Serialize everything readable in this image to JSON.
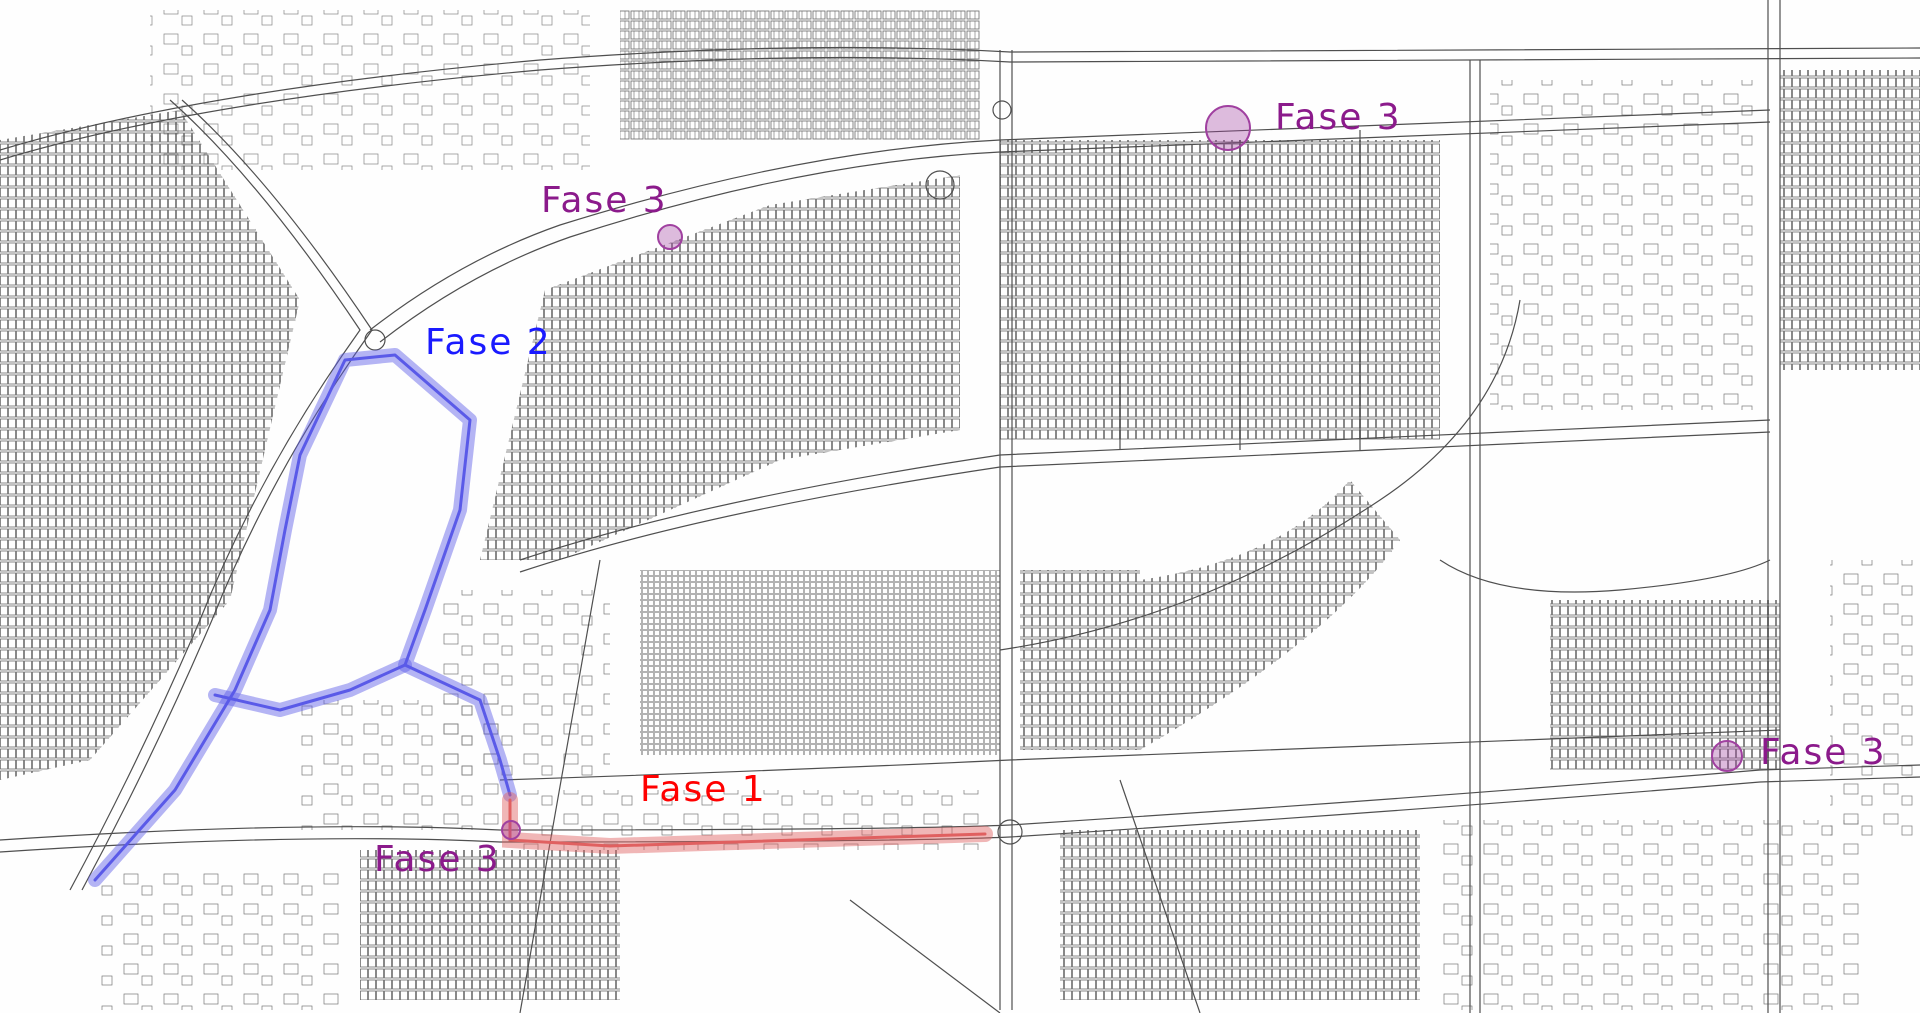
{
  "map": {
    "colors": {
      "phase1": "#ff0000",
      "phase2": "#1a1aff",
      "phase3": "#8b1a8b",
      "phase1_route": "#e06060",
      "phase2_route": "#5a5ae8",
      "phase3_marker": "#a040a0",
      "linework": "#555555"
    },
    "labels": {
      "fase1": "Fase 1",
      "fase2": "Fase 2",
      "fase3_top_center": "Fase 3",
      "fase3_top_right": "Fase 3",
      "fase3_bottom_left": "Fase 3",
      "fase3_right": "Fase 3"
    }
  }
}
